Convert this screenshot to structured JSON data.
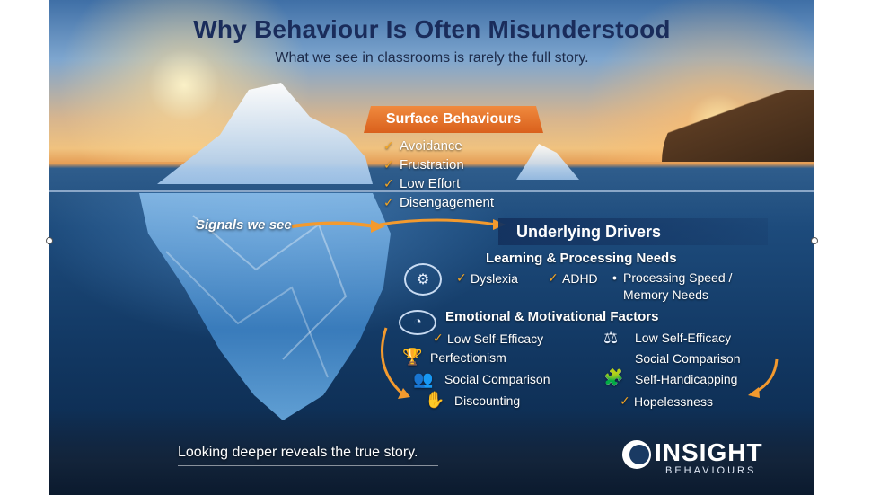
{
  "poster": {
    "title": "Why Behaviour Is Often Misunderstood",
    "subtitle": "What we see in classrooms is rarely the full story.",
    "surface": {
      "heading": "Surface Behaviours",
      "items": [
        "Avoidance",
        "Frustration",
        "Low Effort",
        "Disengagement"
      ]
    },
    "signals_label": "Signals we see",
    "drivers": {
      "heading": "Underlying Drivers",
      "learning": {
        "heading": "Learning & Processing Needs",
        "item_1": "Dyslexia",
        "item_2": "ADHD",
        "item_3_line1": "Processing Speed /",
        "item_3_line2": "Memory Needs"
      },
      "emotional": {
        "heading": "Emotional & Motivational Factors",
        "left": [
          "Low Self-Efficacy",
          "Perfectionism",
          "Social Comparison",
          "Discounting"
        ],
        "right": [
          "Low Self-Efficacy",
          "Social Comparison",
          "Self-Handicapping",
          "Hopelessness"
        ]
      }
    },
    "footer": "Looking deeper reveals the true story.",
    "logo": {
      "name": "INSIGHT",
      "sub": "BEHAVIOURS"
    },
    "colors": {
      "title": "#1a2c5b",
      "accent_orange": "#e9742b",
      "check": "#f5a623",
      "deep_water": "#123863"
    },
    "icons": [
      "brain-gears-icon",
      "gauge-head-icon",
      "trophy-icon",
      "people-icon",
      "scales-icon",
      "puzzle-head-icon",
      "hand-icon",
      "check-icon",
      "orange-arrow"
    ]
  }
}
